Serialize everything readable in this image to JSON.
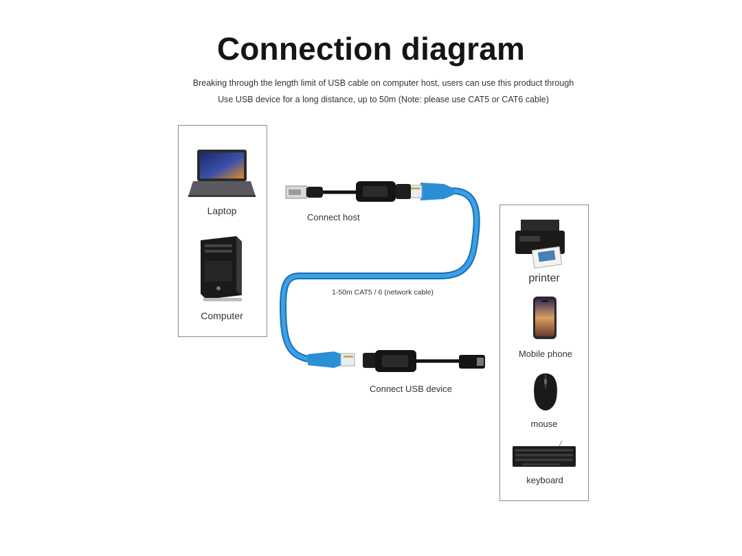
{
  "header": {
    "title": "Connection diagram",
    "line1": "Breaking through the length limit of USB cable on computer host, users can use this product through",
    "line2": "Use USB device for a long distance, up to 50m (Note: please use CAT5 or CAT6 cable)"
  },
  "host_devices": {
    "laptop": "Laptop",
    "computer": "Computer"
  },
  "cable": {
    "connect_host": "Connect host",
    "network_cable": "1-50m CAT5 / 6 (network cable)",
    "connect_usb_device": "Connect USB device",
    "cable_color": "#2a8fd6"
  },
  "usb_devices": {
    "printer": "printer",
    "mobile_phone": "Mobile phone",
    "mouse": "mouse",
    "keyboard": "keyboard"
  }
}
